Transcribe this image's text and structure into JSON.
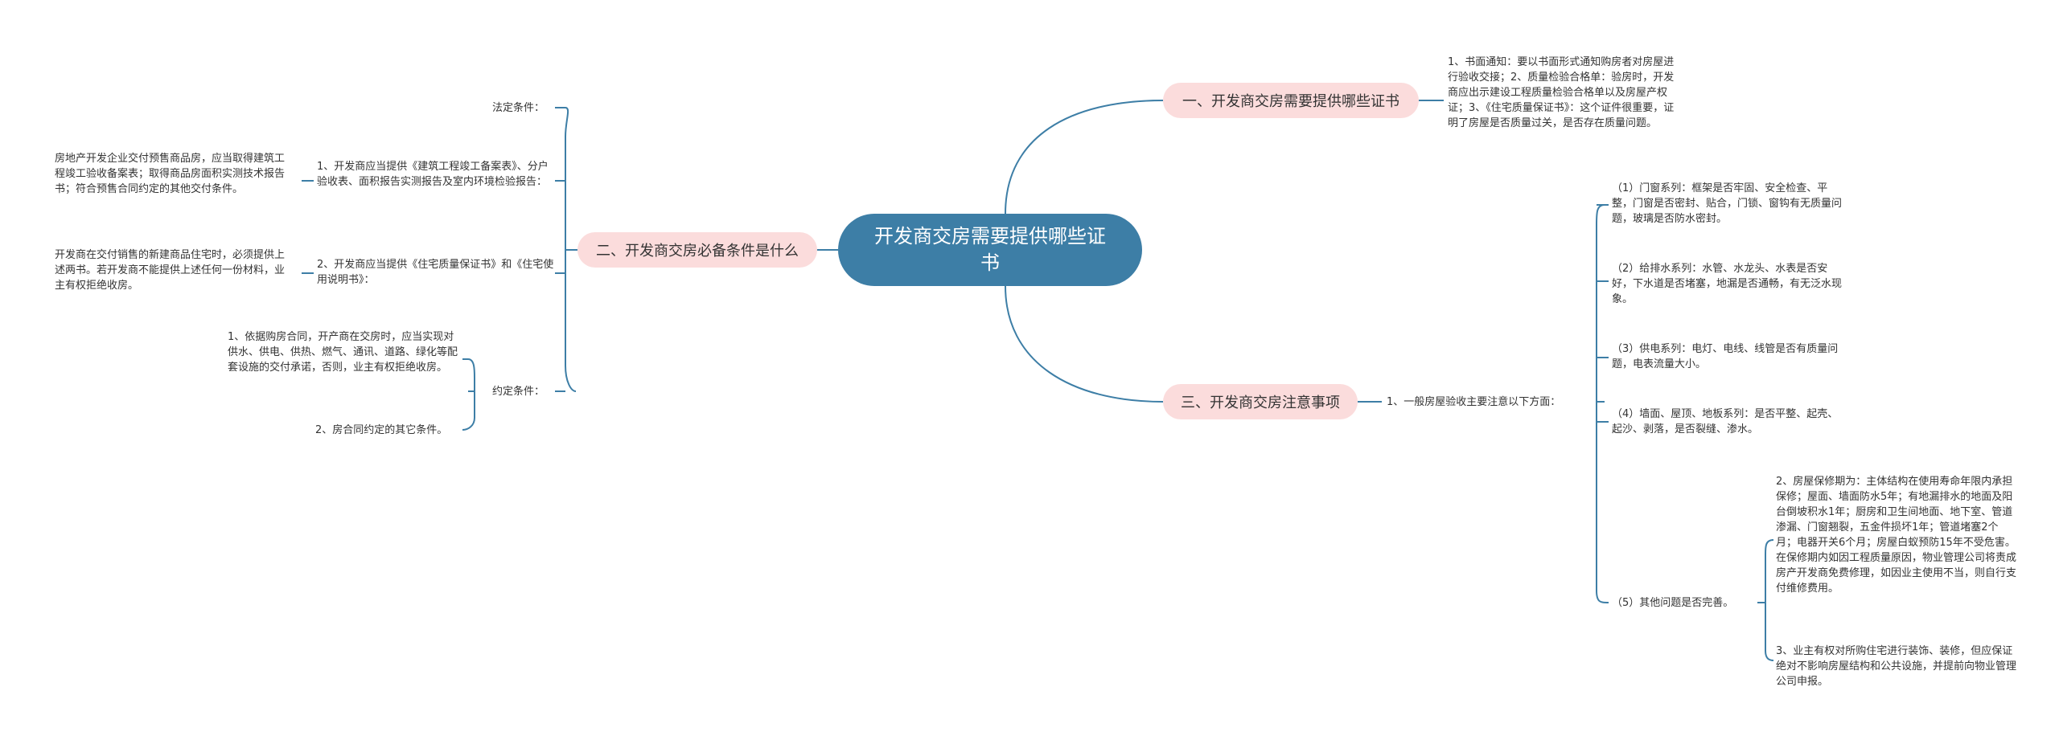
{
  "root": {
    "title": "开发商交房需要提供哪些证书"
  },
  "branch1": {
    "title": "一、开发商交房需要提供哪些证书",
    "content": "1、书面通知：要以书面形式通知购房者对房屋进行验收交接；2、质量检验合格单：验房时，开发商应出示建设工程质量检验合格单以及房屋产权证；3、《住宅质量保证书》：这个证件很重要，证明了房屋是否质量过关，是否存在质量问题。"
  },
  "branch2": {
    "title": "二、开发商交房必备条件是什么",
    "legal_label": "法定条件：",
    "item1": "1、开发商应当提供《建筑工程竣工备案表》、分户验收表、面积报告实测报告及室内环境检验报告：",
    "item1_detail": "房地产开发企业交付预售商品房，应当取得建筑工程竣工验收备案表；取得商品房面积实测技术报告书；符合预售合同约定的其他交付条件。",
    "item2": "2、开发商应当提供《住宅质量保证书》和《住宅使用说明书》：",
    "item2_detail": "开发商在交付销售的新建商品住宅时，必须提供上述两书。若开发商不能提供上述任何一份材料，业主有权拒绝收房。",
    "agreed_label": "约定条件：",
    "agreed_item1": "1、依据购房合同，开产商在交房时，应当实现对供水、供电、供热、燃气、通讯、道路、绿化等配套设施的交付承诺，否则，业主有权拒绝收房。",
    "agreed_item2": "2、房合同约定的其它条件。"
  },
  "branch3": {
    "title": "三、开发商交房注意事项",
    "sub": "1、一般房屋验收主要注意以下方面：",
    "items": [
      "（1）门窗系列：框架是否牢固、安全检查、平整，门窗是否密封、贴合，门锁、窗钩有无质量问题，玻璃是否防水密封。",
      "（2）给排水系列：水管、水龙头、水表是否安好，下水道是否堵塞，地漏是否通畅，有无泛水现象。",
      "（3）供电系列：电灯、电线、线管是否有质量问题，电表流量大小。",
      "（4）墙面、屋顶、地板系列：是否平整、起壳、起沙、剥落，是否裂缝、渗水。",
      "（5）其他问题是否完善。"
    ],
    "other_items": [
      "2、房屋保修期为：主体结构在使用寿命年限内承担保修；屋面、墙面防水5年；有地漏排水的地面及阳台倒坡积水1年；厨房和卫生间地面、地下室、管道渗漏、门窗翘裂，五金件损坏1年；管道堵塞2个月；电器开关6个月；房屋白蚁预防15年不受危害。在保修期内如因工程质量原因，物业管理公司将责成房产开发商免费修理，如因业主使用不当，则自行支付维修费用。",
      "3、业主有权对所购住宅进行装饰、装修，但应保证绝对不影响房屋结构和公共设施，并提前向物业管理公司申报。"
    ]
  },
  "colors": {
    "root": "#3d7ea6",
    "topic": "#fbdcdc",
    "line": "#3d7ea6",
    "text": "#333333"
  }
}
